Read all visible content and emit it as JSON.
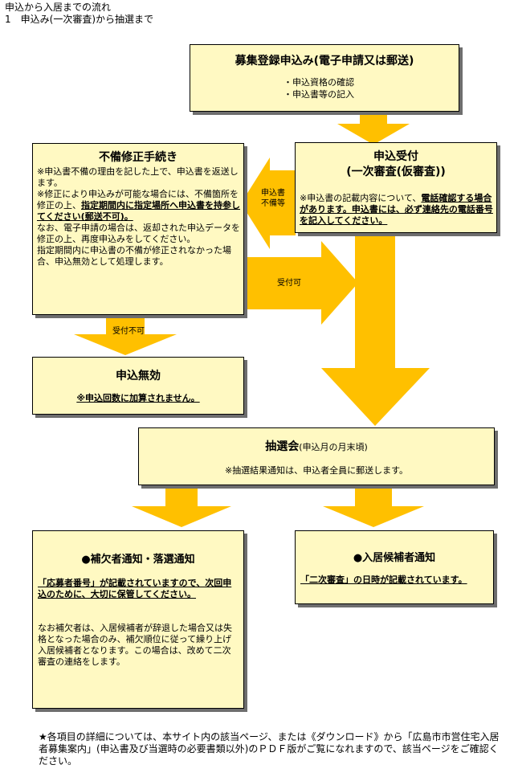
{
  "header": {
    "line1": "申込から入居までの流れ",
    "line2": "1　申込み(一次審査)から抽選まで"
  },
  "boshu": {
    "title": "募集登録申込み(電子申請又は郵送)",
    "item1": "・申込資格の確認",
    "item2": "・申込書等の記入"
  },
  "uketsuke": {
    "title1": "申込受付",
    "title2": "(一次審査(仮審査))",
    "note_plain": "※申込書の記載内容について、",
    "note_bold": "電話確認する場合があります。申込書には、必ず連絡先の電話番号を記入してください。"
  },
  "fubi": {
    "title": "不備修正手続き",
    "p1": "※申込書不備の理由を記した上で、申込書を返送します。",
    "p2_plain": "※修正により申込みが可能な場合には、不備箇所を修正の上、",
    "p2_bold": "指定期間内に指定場所へ申込書を持参してください(郵送不可)。",
    "p3": "なお、電子申請の場合は、返却された申込データを修正の上、再度申込みをしてください。",
    "p4": "指定期間内に申込書の不備が修正されなかった場合、申込無効として処理します。"
  },
  "arrow_labels": {
    "fubi_line1": "申込書",
    "fubi_line2": "不備等",
    "uketsuke_ka": "受付可",
    "uketsuke_fuka": "受付不可"
  },
  "mukou": {
    "title": "申込無効",
    "note": "※申込回数に加算されません。"
  },
  "chusen": {
    "title": "抽選会",
    "title_small": "(申込月の月末頃)",
    "note": "※抽選結果通知は、申込者全員に郵送します。"
  },
  "hoketsu": {
    "title": "●補欠者通知・落選通知",
    "bold": "「応募者番号」が記載されていますので、次回申込のために、大切に保管してください。",
    "note": "なお補欠者は、入居候補者が辞退した場合又は失格となった場合のみ、補欠順位に従って繰り上げ入居候補者となります。この場合は、改めて二次審査の連絡をします。"
  },
  "kouho": {
    "title": "●入居候補者通知",
    "bold": "「二次審査」の日時が記載されています。"
  },
  "footer": {
    "text": "★各項目の詳細については、本サイト内の該当ページ、または《ダウンロード》から「広島市市営住宅入居者募集案内」(申込書及び当選時の必要書類以外)のＰＤＦ版がご覧になれますので、該当ページをご確認ください。"
  },
  "colors": {
    "box_fill": "#fff9c2",
    "arrow_fill": "#ffc000",
    "shadow": "#6e6e6e"
  }
}
